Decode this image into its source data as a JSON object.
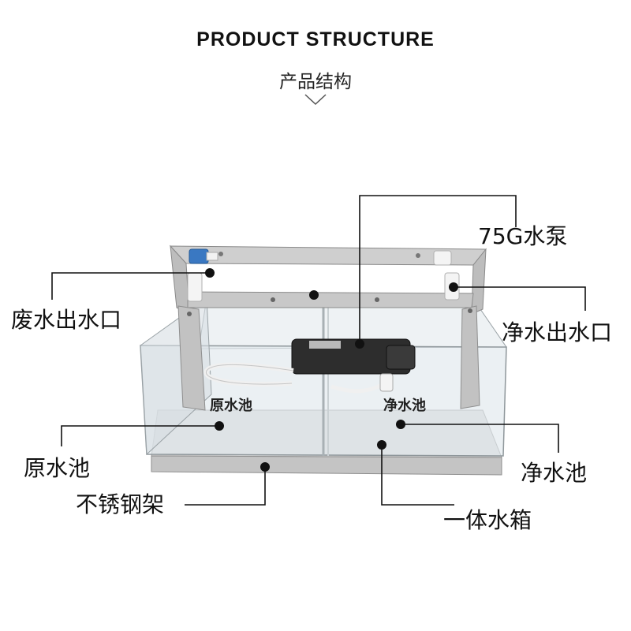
{
  "header": {
    "title_en": "PRODUCT STRUCTURE",
    "title_cn": "产品结构"
  },
  "callouts": {
    "pump": "75G水泵",
    "waste_outlet": "废水出水口",
    "pure_outlet": "净水出水口",
    "raw_pool": "原水池",
    "pure_pool": "净水池",
    "steel_frame": "不锈钢架",
    "integrated_tank": "一体水箱"
  },
  "tank_labels": {
    "raw": "原水池",
    "pure": "净水池"
  }
}
